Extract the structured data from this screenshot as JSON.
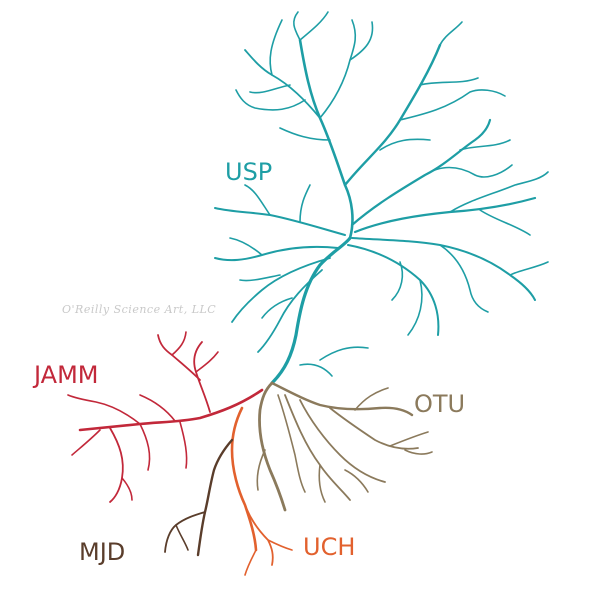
{
  "labels": {
    "usp": "USP",
    "jamm": "JAMM",
    "otu": "OTU",
    "mjd": "MJD",
    "uch": "UCH"
  },
  "watermark": "O'Reilly Science Art, LLC",
  "colors": {
    "usp": "#1e9ea5",
    "jamm": "#c2283a",
    "otu": "#8b7a5c",
    "mjd": "#5a3d2b",
    "uch": "#e2612e",
    "watermark": "#c9c9c9"
  }
}
